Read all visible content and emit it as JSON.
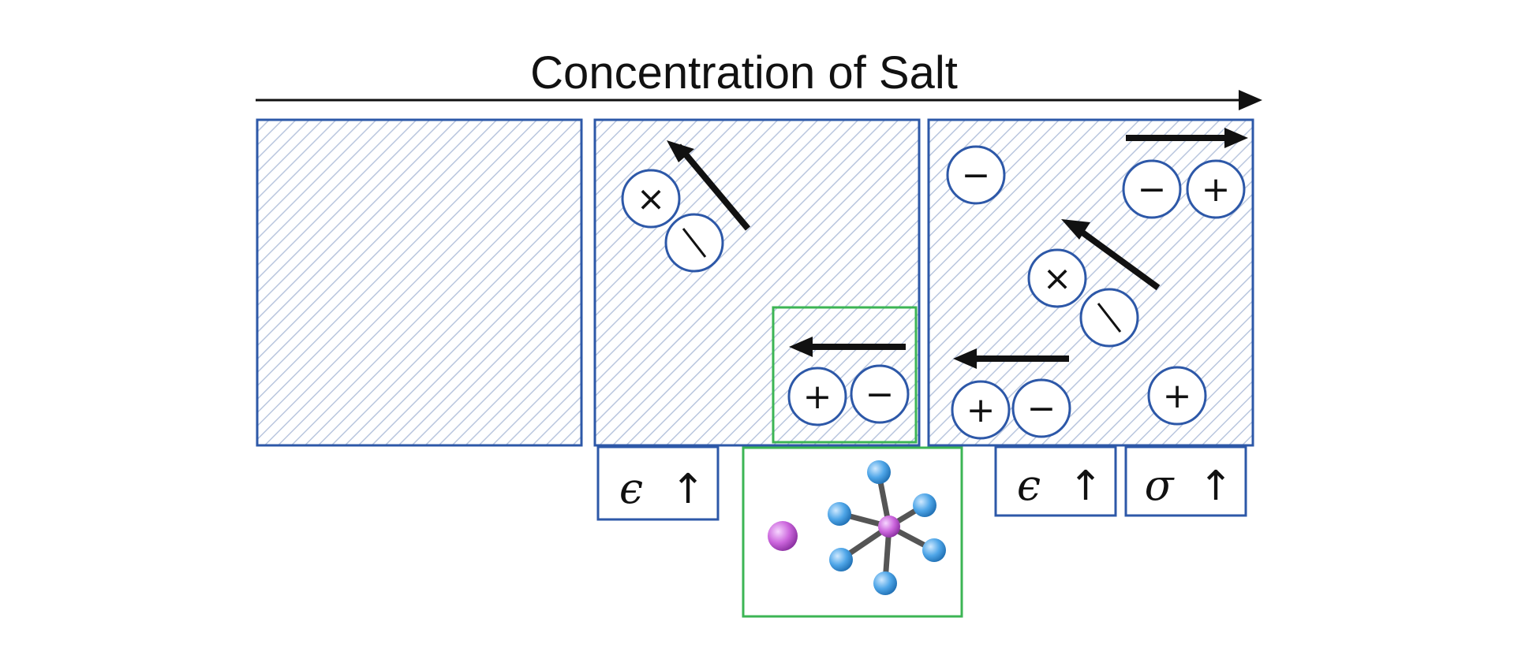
{
  "title": "Concentration of Salt",
  "colors": {
    "panel_border": "#2d58a8",
    "hatch": "#b9c6de",
    "highlight_border": "#3cb554",
    "ion_border": "#2d58a8",
    "arrow": "#111111",
    "atom_center": "#cc66dd",
    "atom_ligand": "#4fa6e8",
    "atom_counter_ion": "#cc66dd",
    "bond": "#555555"
  },
  "panels": [
    {
      "name": "panel-low-concentration",
      "ions": []
    },
    {
      "name": "panel-medium-concentration",
      "ions": [
        {
          "sign": "×",
          "role": "neutral-pair"
        },
        {
          "sign": "/",
          "role": "neutral-pair"
        },
        {
          "sign": "+",
          "role": "ion-pair"
        },
        {
          "sign": "−",
          "role": "ion-pair"
        }
      ]
    },
    {
      "name": "panel-high-concentration",
      "ions": [
        {
          "sign": "−",
          "role": "free-anion"
        },
        {
          "sign": "−",
          "role": "ion-pair"
        },
        {
          "sign": "+",
          "role": "ion-pair"
        },
        {
          "sign": "×",
          "role": "neutral-pair"
        },
        {
          "sign": "/",
          "role": "neutral-pair"
        },
        {
          "sign": "+",
          "role": "ion-pair"
        },
        {
          "sign": "−",
          "role": "ion-pair"
        },
        {
          "sign": "+",
          "role": "free-cation"
        }
      ]
    }
  ],
  "property_labels": [
    {
      "symbol": "ϵ",
      "trend": "↑"
    },
    {
      "symbol": "ϵ",
      "trend": "↑"
    },
    {
      "symbol": "σ",
      "trend": "↑"
    }
  ],
  "inset": {
    "description_icon": "molecule-icon"
  }
}
